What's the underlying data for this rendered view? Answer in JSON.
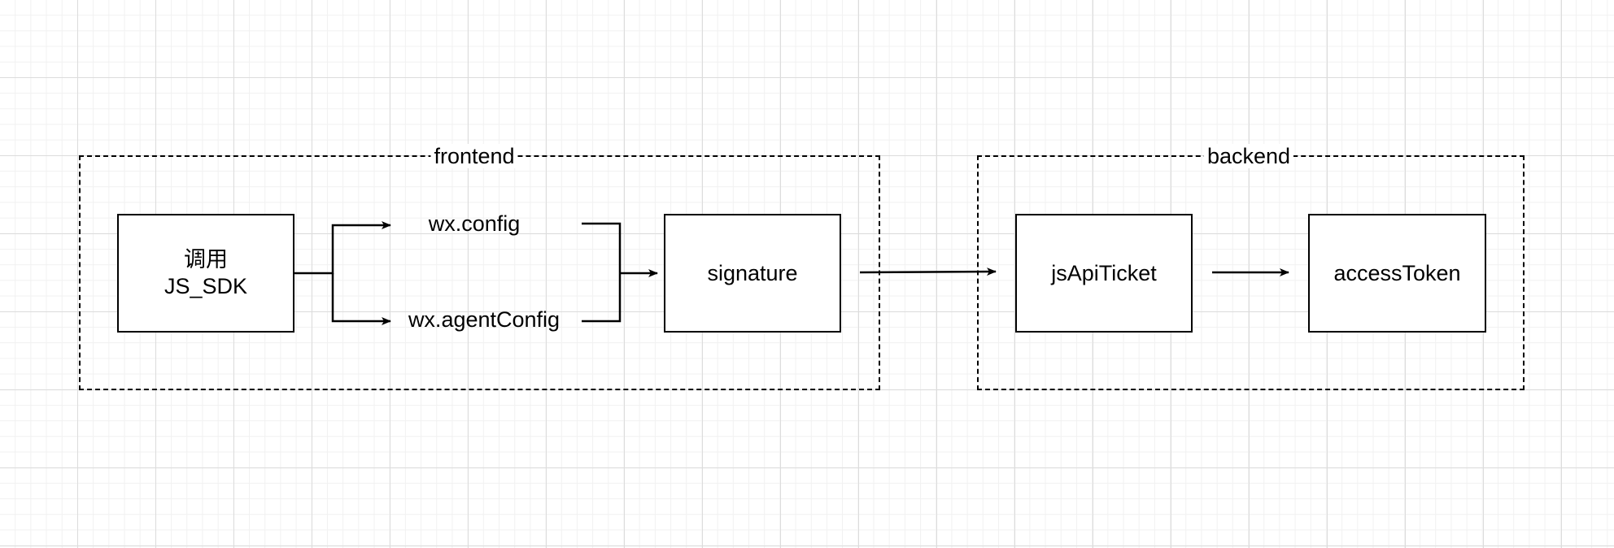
{
  "groups": {
    "frontend": {
      "label": "frontend"
    },
    "backend": {
      "label": "backend"
    }
  },
  "nodes": {
    "call_sdk": {
      "line1": "调用",
      "line2": "JS_SDK"
    },
    "wx_config": {
      "label": "wx.config"
    },
    "wx_agent_config": {
      "label": "wx.agentConfig"
    },
    "signature": {
      "label": "signature"
    },
    "js_api_ticket": {
      "label": "jsApiTicket"
    },
    "access_token": {
      "label": "accessToken"
    }
  },
  "edges": [
    {
      "from": "调用 JS_SDK",
      "to": "wx.config"
    },
    {
      "from": "调用 JS_SDK",
      "to": "wx.agentConfig"
    },
    {
      "from": "wx.config",
      "to": "signature"
    },
    {
      "from": "wx.agentConfig",
      "to": "signature"
    },
    {
      "from": "signature",
      "to": "jsApiTicket"
    },
    {
      "from": "jsApiTicket",
      "to": "accessToken"
    }
  ],
  "colors": {
    "stroke": "#000000",
    "background": "#ffffff",
    "grid": "#dcdcdc"
  }
}
